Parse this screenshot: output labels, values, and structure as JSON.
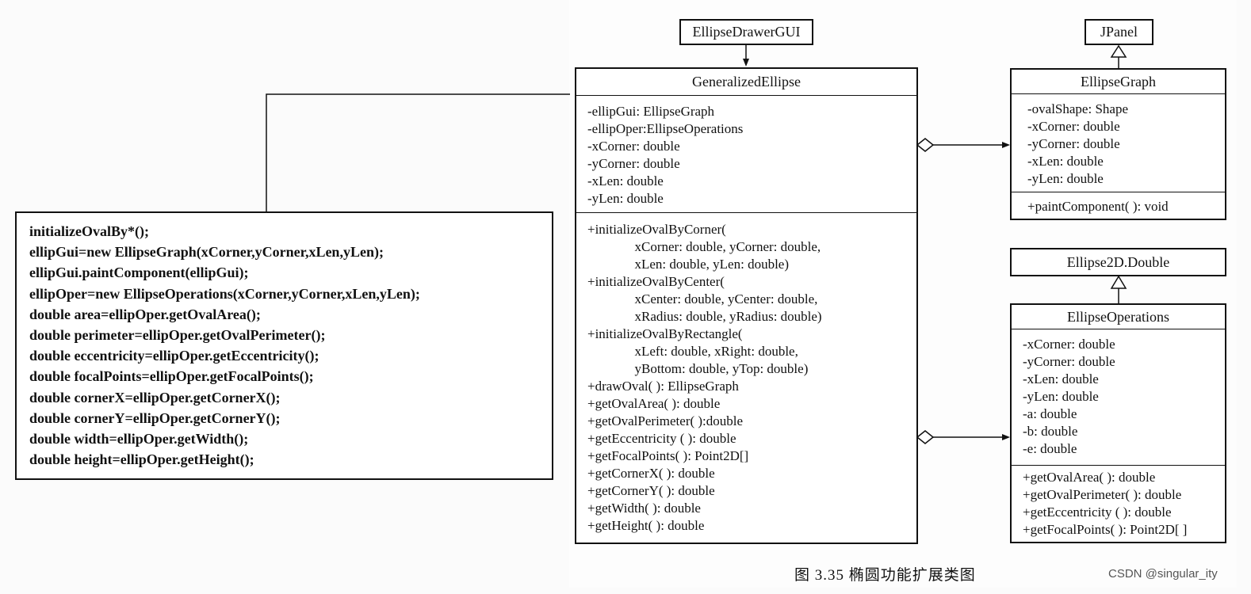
{
  "diagram": {
    "classes": {
      "ellipse_drawer_gui": {
        "name": "EllipseDrawerGUI"
      },
      "jpanel": {
        "name": "JPanel"
      },
      "generalized_ellipse": {
        "name": "GeneralizedEllipse",
        "attributes": [
          "-ellipGui: EllipseGraph",
          "-ellipOper:EllipseOperations",
          "-xCorner: double",
          "-yCorner: double",
          "-xLen: double",
          "-yLen: double"
        ],
        "methods": [
          "+initializeOvalByCorner(",
          "              xCorner: double, yCorner: double,",
          "              xLen: double, yLen: double)",
          "+initializeOvalByCenter(",
          "              xCenter: double, yCenter: double,",
          "              xRadius: double, yRadius: double)",
          "+initializeOvalByRectangle(",
          "              xLeft: double, xRight: double,",
          "              yBottom: double, yTop: double)",
          "+drawOval( ): EllipseGraph",
          "+getOvalArea( ): double",
          "+getOvalPerimeter( ):double",
          "+getEccentricity ( ): double",
          "+getFocalPoints( ): Point2D[]",
          "+getCornerX( ): double",
          "+getCornerY( ): double",
          "+getWidth( ): double",
          "+getHeight( ): double"
        ]
      },
      "ellipse_graph": {
        "name": "EllipseGraph",
        "attributes": [
          "-ovalShape: Shape",
          "-xCorner: double",
          "-yCorner: double",
          "-xLen: double",
          "-yLen: double"
        ],
        "methods": [
          "+paintComponent( ): void"
        ]
      },
      "ellipse2d_double": {
        "name": "Ellipse2D.Double"
      },
      "ellipse_operations": {
        "name": "EllipseOperations",
        "attributes": [
          "-xCorner: double",
          "-yCorner: double",
          "-xLen: double",
          "-yLen: double",
          "-a: double",
          "-b: double",
          "-e: double"
        ],
        "methods": [
          "+getOvalArea( ): double",
          "+getOvalPerimeter( ): double",
          "+getEccentricity ( ): double",
          "+getFocalPoints( ): Point2D[ ]"
        ]
      }
    },
    "code_note": [
      "initializeOvalBy*();",
      "ellipGui=new EllipseGraph(xCorner,yCorner,xLen,yLen);",
      "ellipGui.paintComponent(ellipGui);",
      "ellipOper=new EllipseOperations(xCorner,yCorner,xLen,yLen);",
      "double area=ellipOper.getOvalArea();",
      "double perimeter=ellipOper.getOvalPerimeter();",
      "double eccentricity=ellipOper.getEccentricity();",
      "double focalPoints=ellipOper.getFocalPoints();",
      "double cornerX=ellipOper.getCornerX();",
      "double cornerY=ellipOper.getCornerY();",
      "double width=ellipOper.getWidth();",
      "double height=ellipOper.getHeight();"
    ],
    "caption": "图 3.35    椭圆功能扩展类图",
    "watermark": "CSDN @singular_ity"
  }
}
